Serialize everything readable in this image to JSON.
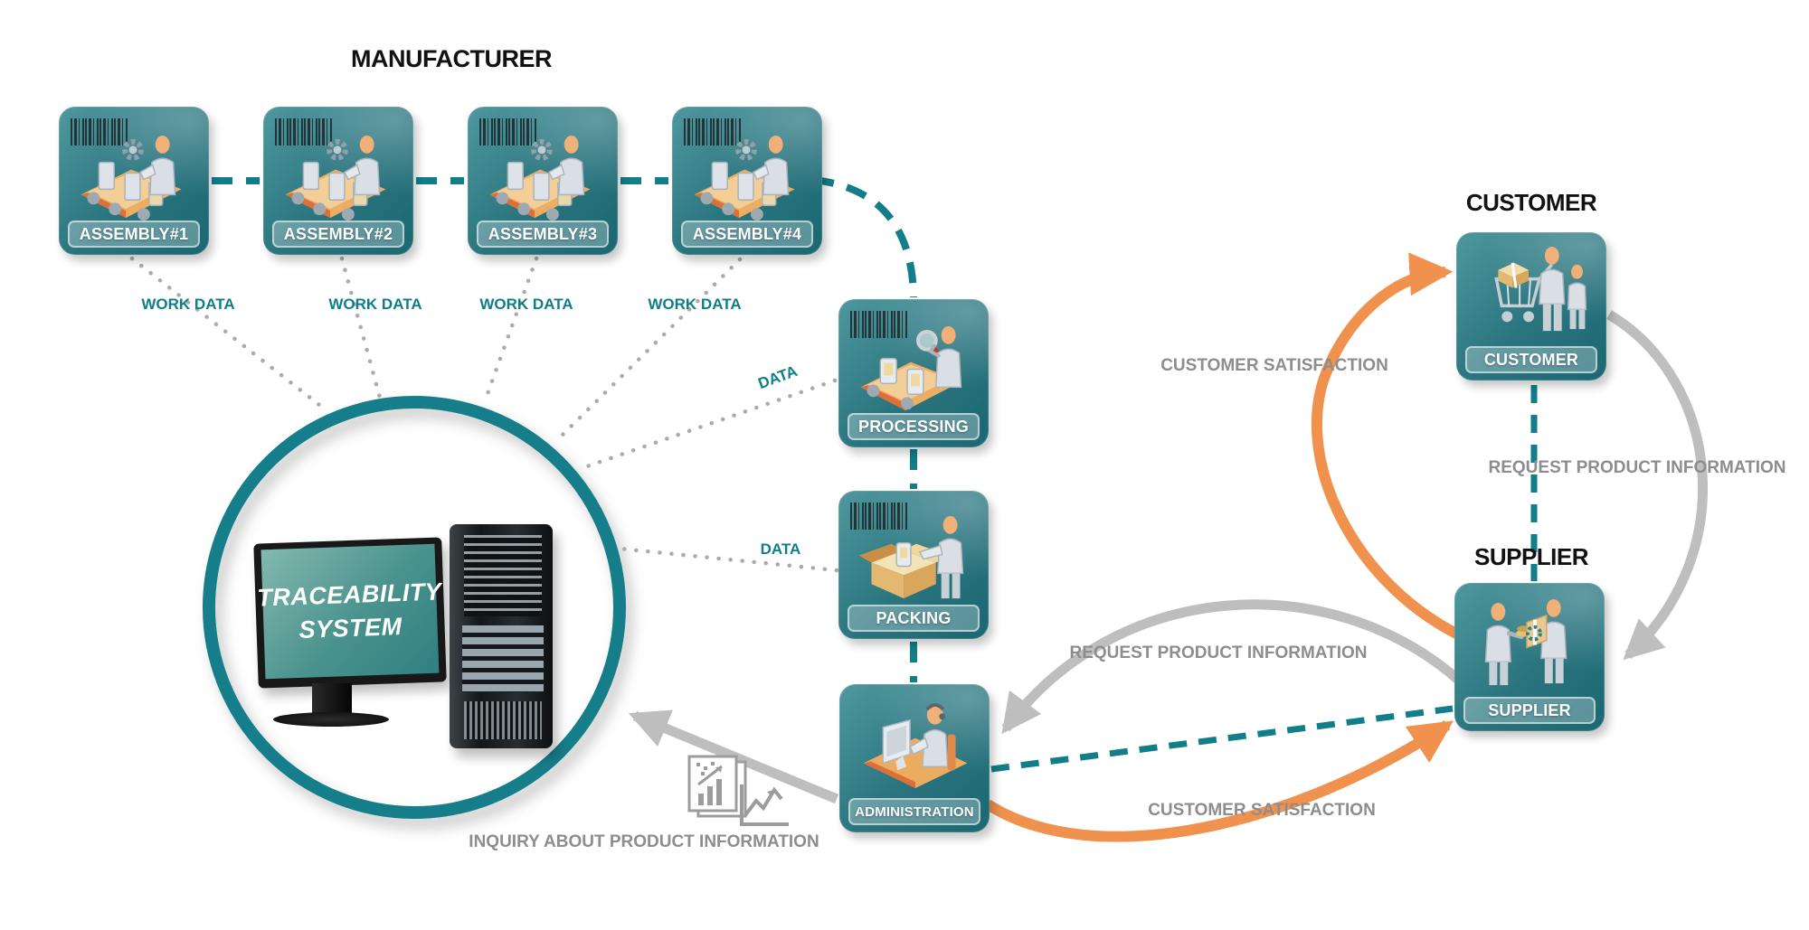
{
  "colors": {
    "teal": "#127E8A",
    "teal_text": "#0E7E8A",
    "node_light": "#4F989F",
    "node_mid": "#2A747E",
    "node_dark": "#1B6872",
    "orange": "#F0914E",
    "gray_arrow": "#BEBEBE",
    "gray_dot": "#ABABAB",
    "gray_text": "#8D8D8D",
    "ink": "#111111"
  },
  "titles": {
    "manufacturer": "MANUFACTURER",
    "customer": "CUSTOMER",
    "supplier": "SUPPLIER"
  },
  "nodes": {
    "assembly1": {
      "label": "ASSEMBLY#1"
    },
    "assembly2": {
      "label": "ASSEMBLY#2"
    },
    "assembly3": {
      "label": "ASSEMBLY#3"
    },
    "assembly4": {
      "label": "ASSEMBLY#4"
    },
    "processing": {
      "label": "PROCESSING"
    },
    "packing": {
      "label": "PACKING"
    },
    "administration": {
      "label": "ADMINISTRATION"
    },
    "customer": {
      "label": "CUSTOMER"
    },
    "supplier": {
      "label": "SUPPLIER"
    }
  },
  "traceability_system": {
    "line1": "TRACEABILITY",
    "line2": "SYSTEM"
  },
  "edge_labels": {
    "work_data_1": "WORK DATA",
    "work_data_2": "WORK DATA",
    "work_data_3": "WORK DATA",
    "work_data_4": "WORK DATA",
    "data_processing": "DATA",
    "data_packing": "DATA",
    "inquiry": "INQUIRY ABOUT PRODUCT INFORMATION",
    "request_supplier_manufacturer": "REQUEST PRODUCT INFORMATION",
    "request_customer_supplier": "REQUEST PRODUCT INFORMATION",
    "satisfaction_to_customer": "CUSTOMER SATISFACTION",
    "satisfaction_to_supplier": "CUSTOMER SATISFACTION"
  }
}
